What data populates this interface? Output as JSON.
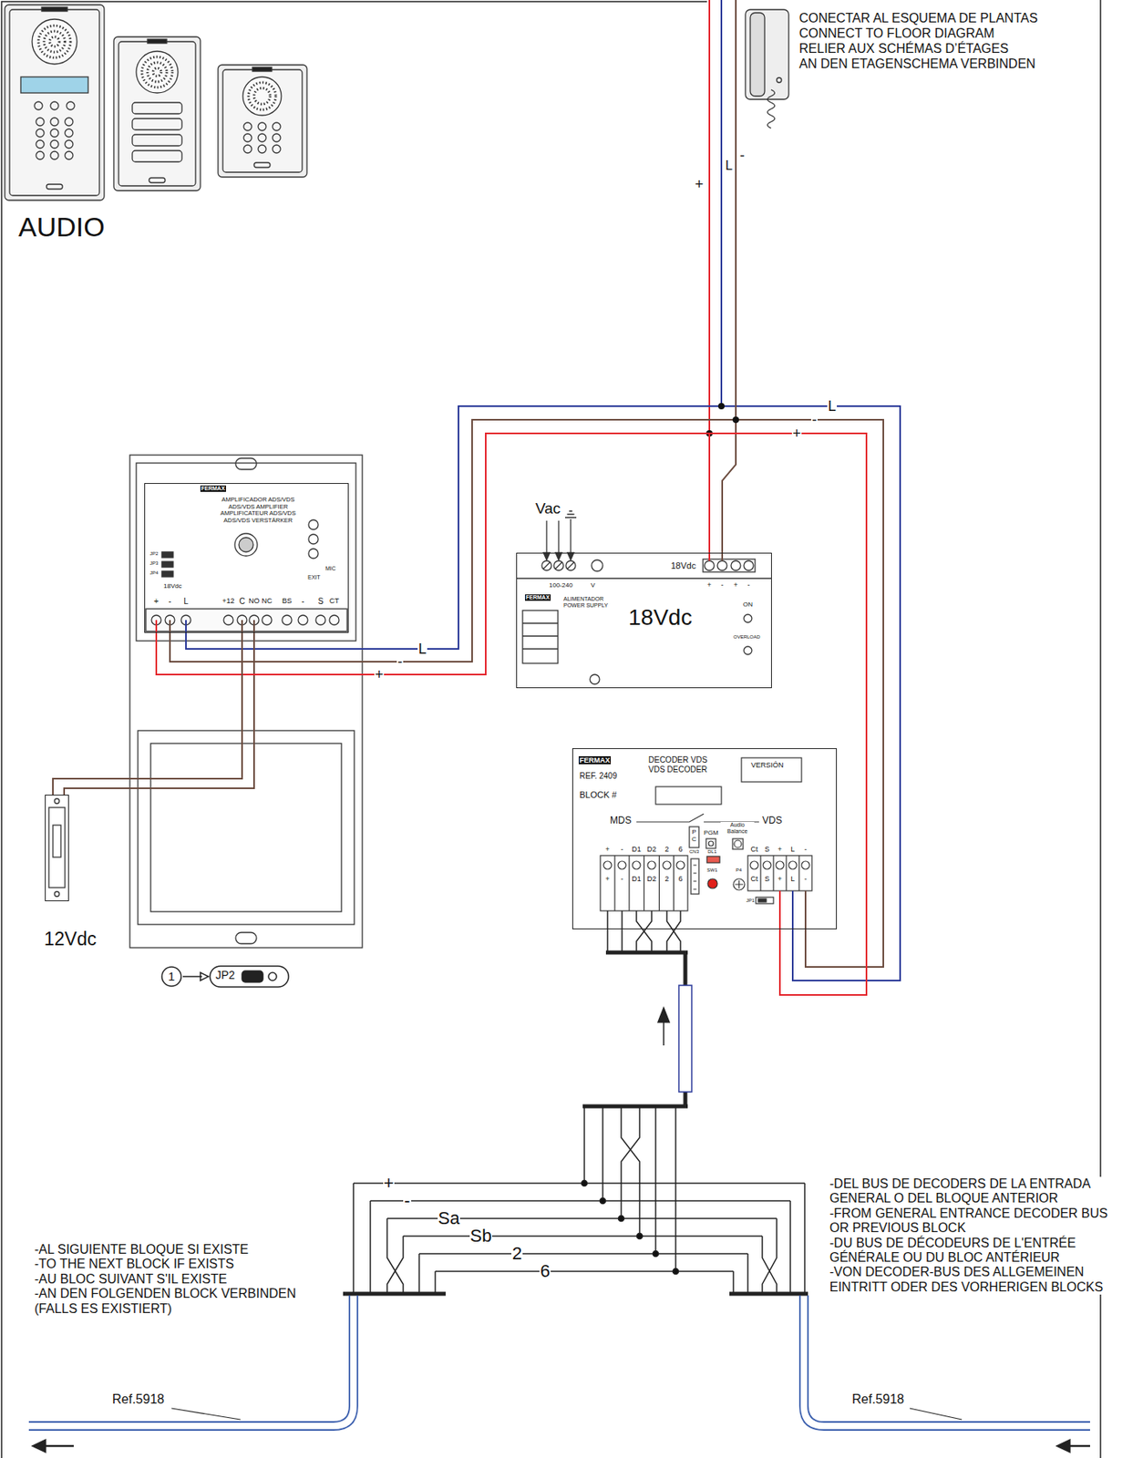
{
  "diagram": {
    "nodes": [
      {
        "text": [
          "AMPLIFICADOR ADS/VDS ADS/VDS AMPLIFIER AMPLIFICATEUR ADS/VDS ADS/VDS VERSTÄRKER"
        ]
      },
      {
        "text": [
          "ALIMENTADOR POWER SUPPLY",
          "18Vdc"
        ]
      },
      {
        "text": [
          "DECODER VDS VDS DECODER",
          "REF. 2409"
        ]
      },
      {
        "text": [
          "12Vdc"
        ]
      }
    ],
    "edges": [
      {
        "from": 0,
        "to": 1,
        "arrow": "none"
      },
      {
        "from": 1,
        "to": 2,
        "arrow": "none"
      },
      {
        "from": 0,
        "to": 3,
        "arrow": "none"
      }
    ],
    "labels": [
      "AUDIO",
      "CONECTAR AL ESQUEMA DE PLANTAS",
      "CONNECT TO FLOOR DIAGRAM",
      "RELIER AUX SCHÉMAS D’ÉTAGES",
      "AN DEN ETAGENSCHEMA VERBINDEN",
      "+",
      "L",
      "-",
      "FERMAX",
      "JP2",
      "JP3",
      "JP4",
      "18Vdc",
      "+",
      "-",
      "L",
      "+12",
      "C",
      "NO",
      "NC",
      "BS",
      "-",
      "S",
      "CT",
      "EXIT",
      "MIC",
      "L",
      "-",
      "+",
      "L",
      "-",
      "+",
      "1",
      "JP2",
      "Vac",
      "18Vdc",
      "+",
      "-",
      "+",
      "-",
      "100-240",
      "V",
      "FERMAX",
      "ON",
      "OVERLOAD",
      "FERMAX",
      "VERSIÓN",
      "BLOCK #",
      "MDS",
      "VDS",
      "P C",
      "PGM",
      "Audio Balance",
      "+",
      "-",
      "D1",
      "D2",
      "2",
      "6",
      "Ct",
      "S",
      "+",
      "L",
      "-",
      "CN3",
      "DL1",
      "SW1",
      "P4",
      "JP1",
      "+",
      "-",
      "D1",
      "D2",
      "2",
      "6",
      "Ct",
      "S",
      "+",
      "L",
      "-",
      "+",
      "-",
      "Sa",
      "Sb",
      "2",
      "6",
      "-AL SIGUIENTE BLOQUE SI EXISTE",
      "-TO THE NEXT BLOCK IF EXISTS",
      "-AU BLOC SUIVANT S'IL EXISTE",
      "-AN DEN FOLGENDEN BLOCK VERBINDEN (FALLS ES EXISTIERT)",
      "-DEL BUS DE DECODERS DE LA ENTRADA GENERAL O DEL BLOQUE ANTERIOR",
      "-FROM GENERAL ENTRANCE DECODER BUS OR PREVIOUS BLOCK",
      "-DU BUS DE DÉCODEURS DE L'ENTRÉE GÉNÉRALE OU DU BLOC ANTÉRIEUR",
      "-VON DECODER-BUS DES ALLGEMEINEN EINTRITT ODER DES VORHERIGEN BLOCKS",
      "Ref.5918",
      "Ref.5918"
    ]
  }
}
